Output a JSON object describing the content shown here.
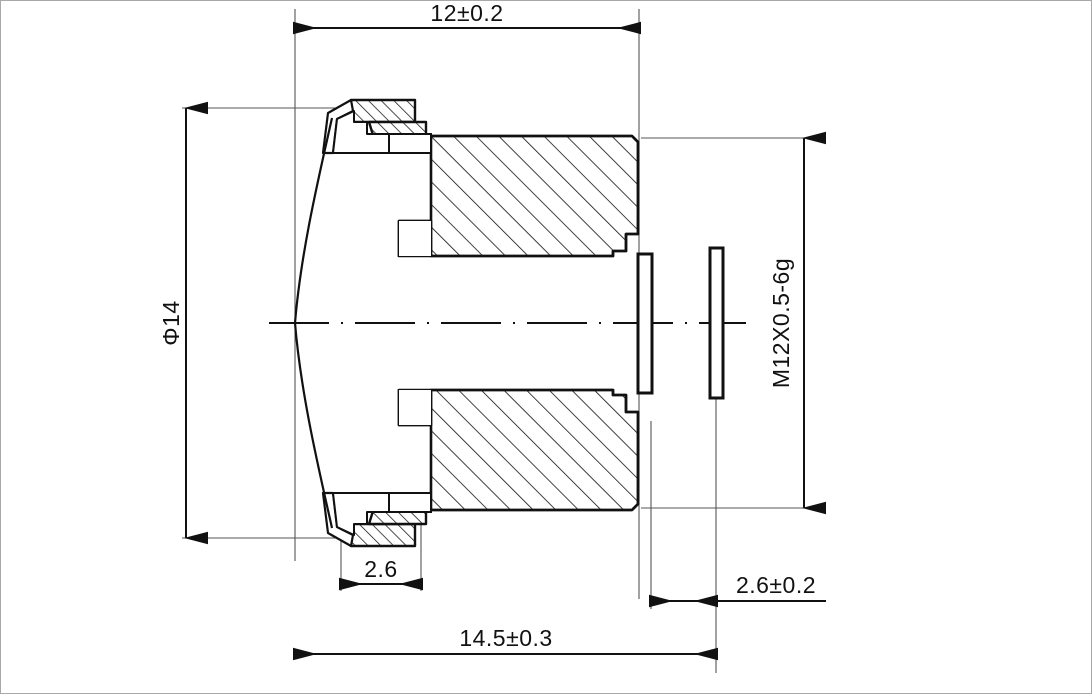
{
  "drawing": {
    "title": "M12 Lens Cross-Section Technical Drawing",
    "type": "mechanical-section-view",
    "units": "mm",
    "line_color": "#111111",
    "thin_line_color": "#555555",
    "background": "#ffffff",
    "border_color": "#a8a8a8"
  },
  "dimensions": {
    "top_overall": {
      "label": "12±0.2",
      "nominal": 12,
      "tolerance": "±0.2",
      "orientation": "horizontal",
      "position": "top"
    },
    "left_diameter": {
      "label": "Φ14",
      "nominal": 14,
      "symbol": "diameter",
      "orientation": "vertical",
      "position": "left"
    },
    "right_thread": {
      "label": "M12X0.5-6g",
      "thread_designation": "M12",
      "pitch": 0.5,
      "class": "6g",
      "orientation": "vertical",
      "position": "right"
    },
    "bottom_flange": {
      "label": "2.6",
      "nominal": 2.6,
      "orientation": "horizontal",
      "position": "bottom-left"
    },
    "bottom_back": {
      "label": "2.6±0.2",
      "nominal": 2.6,
      "tolerance": "±0.2",
      "orientation": "horizontal",
      "position": "bottom-right"
    },
    "bottom_overall": {
      "label": "14.5±0.3",
      "nominal": 14.5,
      "tolerance": "±0.3",
      "orientation": "horizontal",
      "position": "bottom"
    }
  }
}
